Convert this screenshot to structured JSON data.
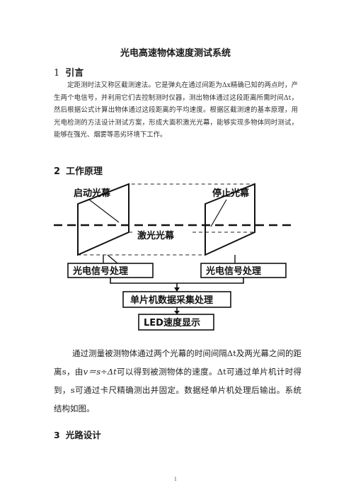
{
  "title": "光电高速物体速度测试系统",
  "section1": {
    "number": "1",
    "heading": "引言",
    "body": "定距测时法又称区截测速法。它是弹丸在通过间距为Δx精确已知的两点时，产生两个电信号，并利用它们去控制测时仪器，测出物体通过这段距离所需时间Δt，然后根据公式计算出物体通过这段距离的平均速度。根据区截测速的基本原理，用光电检测的方法设计测试方案，形成大面积激光光幕，能够实现多物体同时测试，能够在强光、烟雾等恶劣环境下工作。"
  },
  "section2": {
    "number": "2",
    "heading": "工作原理",
    "diagram": {
      "start_screen": "启动光幕",
      "stop_screen": "停止光幕",
      "laser_screen": "激光光幕",
      "proc_left": "光电信号处理",
      "proc_right": "光电信号处理",
      "mcu": "单片机数据采集处理",
      "led": "LED速度显示"
    },
    "body_pre": "通过测量被测物体通过两个光幕的时间间隔Δt及两光幕之间的距离s，由",
    "formula": "v＝s÷Δt",
    "body_post": "可以得到被测物体的速度。Δt可通过单片机计时得到，s可通过卡尺精确测出并固定。数据经单片机处理后输出。系统结构如图。"
  },
  "section3": {
    "number": "3",
    "heading": "光路设计"
  },
  "page_number": "1"
}
